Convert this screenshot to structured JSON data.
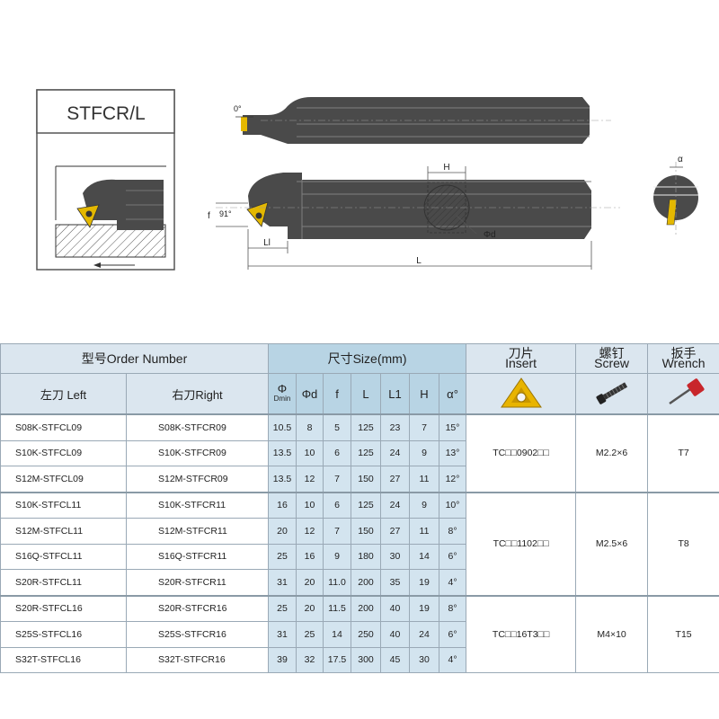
{
  "drawing": {
    "title": "STFCR/L",
    "labels": {
      "angle_zero": "0°",
      "angle_lead": "91°",
      "f": "f",
      "l1": "Ll",
      "l": "L",
      "h": "H",
      "d": "Φd",
      "alpha": "α"
    }
  },
  "table": {
    "header": {
      "order_number": "型号Order Number",
      "size": "尺寸Size(mm)",
      "insert_cn": "刀片",
      "insert_en": "Insert",
      "screw_cn": "螺钉",
      "screw_en": "Screw",
      "wrench_cn": "扳手",
      "wrench_en": "Wrench",
      "left": "左刀 Left",
      "right": "右刀Right",
      "col_dmin_top": "Φ",
      "col_dmin_bot": "Dmin",
      "col_d": "Φd",
      "col_f": "f",
      "col_L": "L",
      "col_L1": "L1",
      "col_H": "H",
      "col_alpha": "α°"
    },
    "groups": [
      {
        "insert": "TC□□0902□□",
        "screw": "M2.2×6",
        "wrench": "T7",
        "rows": [
          {
            "left": "S08K-STFCL09",
            "right": "S08K-STFCR09",
            "dmin": "10.5",
            "d": "8",
            "f": "5",
            "L": "125",
            "L1": "23",
            "H": "7",
            "alpha": "15°"
          },
          {
            "left": "S10K-STFCL09",
            "right": "S10K-STFCR09",
            "dmin": "13.5",
            "d": "10",
            "f": "6",
            "L": "125",
            "L1": "24",
            "H": "9",
            "alpha": "13°"
          },
          {
            "left": "S12M-STFCL09",
            "right": "S12M-STFCR09",
            "dmin": "13.5",
            "d": "12",
            "f": "7",
            "L": "150",
            "L1": "27",
            "H": "11",
            "alpha": "12°"
          }
        ]
      },
      {
        "insert": "TC□□1102□□",
        "screw": "M2.5×6",
        "wrench": "T8",
        "rows": [
          {
            "left": "S10K-STFCL11",
            "right": "S10K-STFCR11",
            "dmin": "16",
            "d": "10",
            "f": "6",
            "L": "125",
            "L1": "24",
            "H": "9",
            "alpha": "10°"
          },
          {
            "left": "S12M-STFCL11",
            "right": "S12M-STFCR11",
            "dmin": "20",
            "d": "12",
            "f": "7",
            "L": "150",
            "L1": "27",
            "H": "11",
            "alpha": "8°"
          },
          {
            "left": "S16Q-STFCL11",
            "right": "S16Q-STFCR11",
            "dmin": "25",
            "d": "16",
            "f": "9",
            "L": "180",
            "L1": "30",
            "H": "14",
            "alpha": "6°"
          },
          {
            "left": "S20R-STFCL11",
            "right": "S20R-STFCR11",
            "dmin": "31",
            "d": "20",
            "f": "11.0",
            "L": "200",
            "L1": "35",
            "H": "19",
            "alpha": "4°"
          }
        ]
      },
      {
        "insert": "TC□□16T3□□",
        "screw": "M4×10",
        "wrench": "T15",
        "rows": [
          {
            "left": "S20R-STFCL16",
            "right": "S20R-STFCR16",
            "dmin": "25",
            "d": "20",
            "f": "11.5",
            "L": "200",
            "L1": "40",
            "H": "19",
            "alpha": "8°"
          },
          {
            "left": "S25S-STFCL16",
            "right": "S25S-STFCR16",
            "dmin": "31",
            "d": "25",
            "f": "14",
            "L": "250",
            "L1": "40",
            "H": "24",
            "alpha": "6°"
          },
          {
            "left": "S32T-STFCL16",
            "right": "S32T-STFCR16",
            "dmin": "39",
            "d": "32",
            "f": "17.5",
            "L": "300",
            "L1": "45",
            "H": "30",
            "alpha": "4°"
          }
        ]
      }
    ]
  }
}
